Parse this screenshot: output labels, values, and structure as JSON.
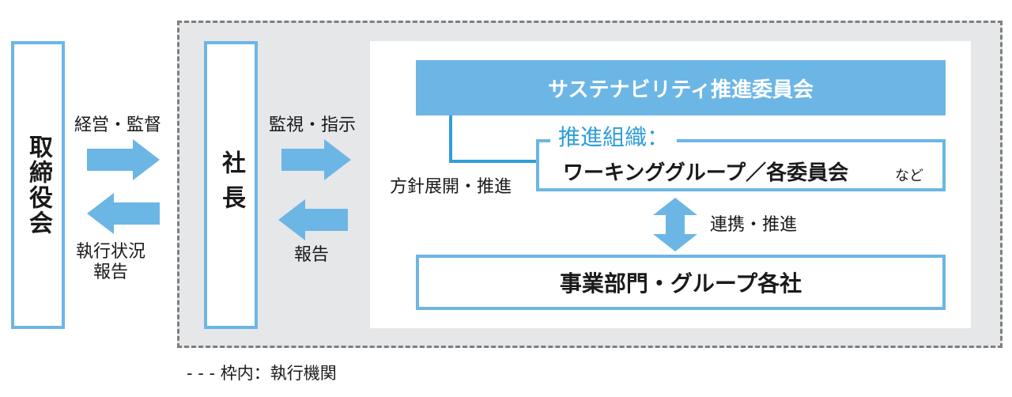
{
  "colors": {
    "accent": "#6cb6e6",
    "accent_dark": "#2f9ed8",
    "frame_bg": "#e6e7e8",
    "frame_border": "#7f7f7f"
  },
  "board": {
    "label": "取締役会"
  },
  "president": {
    "label": "社長"
  },
  "arrows": {
    "board_to_president": "経営・監督",
    "president_to_board": "執行状況\n報告",
    "president_to_org": "監視・指示",
    "org_to_president": "報告",
    "cooperation": "連携・推進"
  },
  "committee": {
    "label": "サステナビリティ推進委員会"
  },
  "policy_label": "方針展開・推進",
  "working_group": {
    "title": "推進組織：",
    "main": "ワーキンググループ／各委員会",
    "suffix": "など"
  },
  "business": {
    "label": "事業部門・グループ各社"
  },
  "legend": {
    "text": "- - - 枠内：執行機関"
  }
}
